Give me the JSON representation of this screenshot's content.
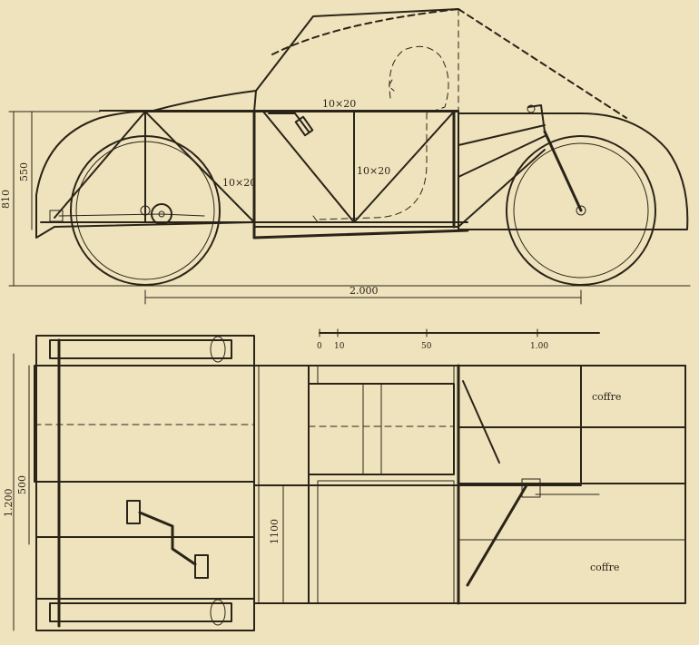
{
  "labels": {
    "tube_top": "10×20",
    "tube_diag_left": "10×20",
    "tube_diag_center": "10×20",
    "height_total": "810",
    "height_body": "550",
    "wheelbase": "2.000",
    "track_width": "1.200",
    "frame_width": "500",
    "inner_width": "1100",
    "trunk_front": "coffre",
    "trunk_rear": "coffre"
  },
  "scale": {
    "ticks": [
      "0",
      "10",
      "50",
      "1.00"
    ]
  },
  "colors": {
    "paper": "#efe3bd",
    "ink": "#2a2418",
    "stipple": "#b9ab86",
    "wood": "#e6d6a9"
  }
}
